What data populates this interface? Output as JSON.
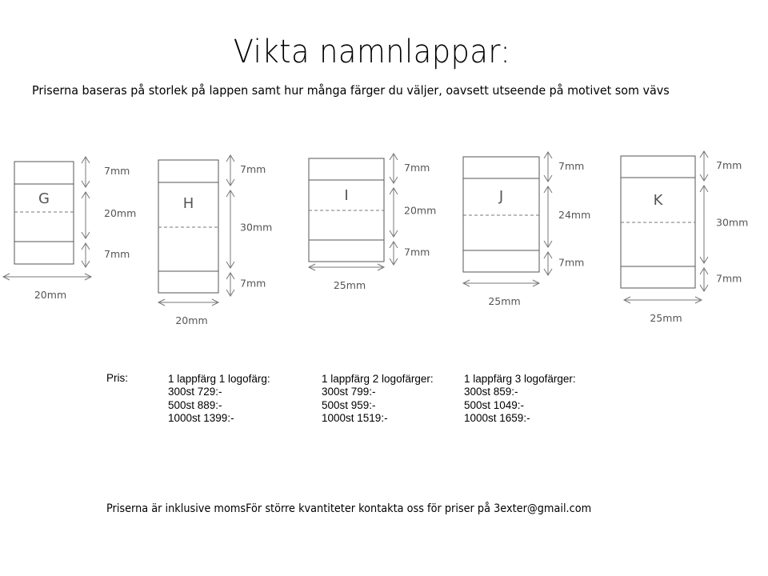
{
  "title": "Vikta namnlappar:",
  "subtitle": "Priserna baseras på storlek på lappen samt hur många färger du väljer, oavsett utseende på motivet som vävs",
  "labels": [
    {
      "letter": "G",
      "top": "7mm",
      "middle": "20mm",
      "bottom": "7mm",
      "width": "20mm"
    },
    {
      "letter": "H",
      "top": "7mm",
      "middle": "30mm",
      "bottom": "7mm",
      "width": "20mm"
    },
    {
      "letter": "I",
      "top": "7mm",
      "middle": "20mm",
      "bottom": "7mm",
      "width": "25mm"
    },
    {
      "letter": "J",
      "top": "7mm",
      "middle": "24mm",
      "bottom": "7mm",
      "width": "25mm"
    },
    {
      "letter": "K",
      "top": "7mm",
      "middle": "30mm",
      "bottom": "7mm",
      "width": "25mm"
    }
  ],
  "pricing": {
    "label": "Pris:",
    "columns": [
      {
        "heading": "1 lappfärg 1 logofärg:",
        "rows": [
          "300st 729:-",
          "500st 889:-",
          "1000st 1399:-"
        ]
      },
      {
        "heading": "1 lappfärg 2 logofärger:",
        "rows": [
          "300st 799:-",
          "500st 959:-",
          "1000st 1519:-"
        ]
      },
      {
        "heading": "1 lappfärg 3 logofärger:",
        "rows": [
          "300st 859:-",
          "500st 1049:-",
          "1000st 1659:-"
        ]
      }
    ]
  },
  "footer": "Priserna är inklusive momsFör större kvantiteter kontakta oss för priser på 3exter@gmail.com"
}
